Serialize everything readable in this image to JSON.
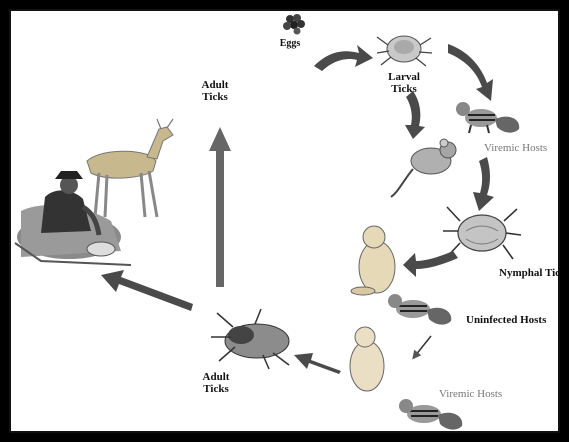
{
  "labels": {
    "eggs": "Eggs",
    "larval_ticks": [
      "Larval",
      "Ticks"
    ],
    "adult_ticks_top": [
      "Adult",
      "Ticks"
    ],
    "adult_ticks_bottom": [
      "Adult",
      "Ticks"
    ],
    "viremic_hosts_upper": "Viremic Hosts",
    "nymphal_ticks": "Nymphal Ticks",
    "uninfected_hosts": "Uninfected Hosts",
    "viremic_hosts_lower": "Viremic Hosts"
  },
  "icons": [
    "eggs-icon",
    "larval-tick-icon",
    "chipmunk-icon",
    "mouse-icon",
    "nymphal-tick-icon",
    "prairie-dog-icon",
    "adult-tick-icon",
    "deer-icon",
    "hunter-icon"
  ],
  "colors": {
    "background": "#ffffff",
    "frame_outer": "#000000",
    "arrow_fill": "#4a4a4a",
    "arrow_thin": "#555555",
    "muted_label": "#777777"
  }
}
